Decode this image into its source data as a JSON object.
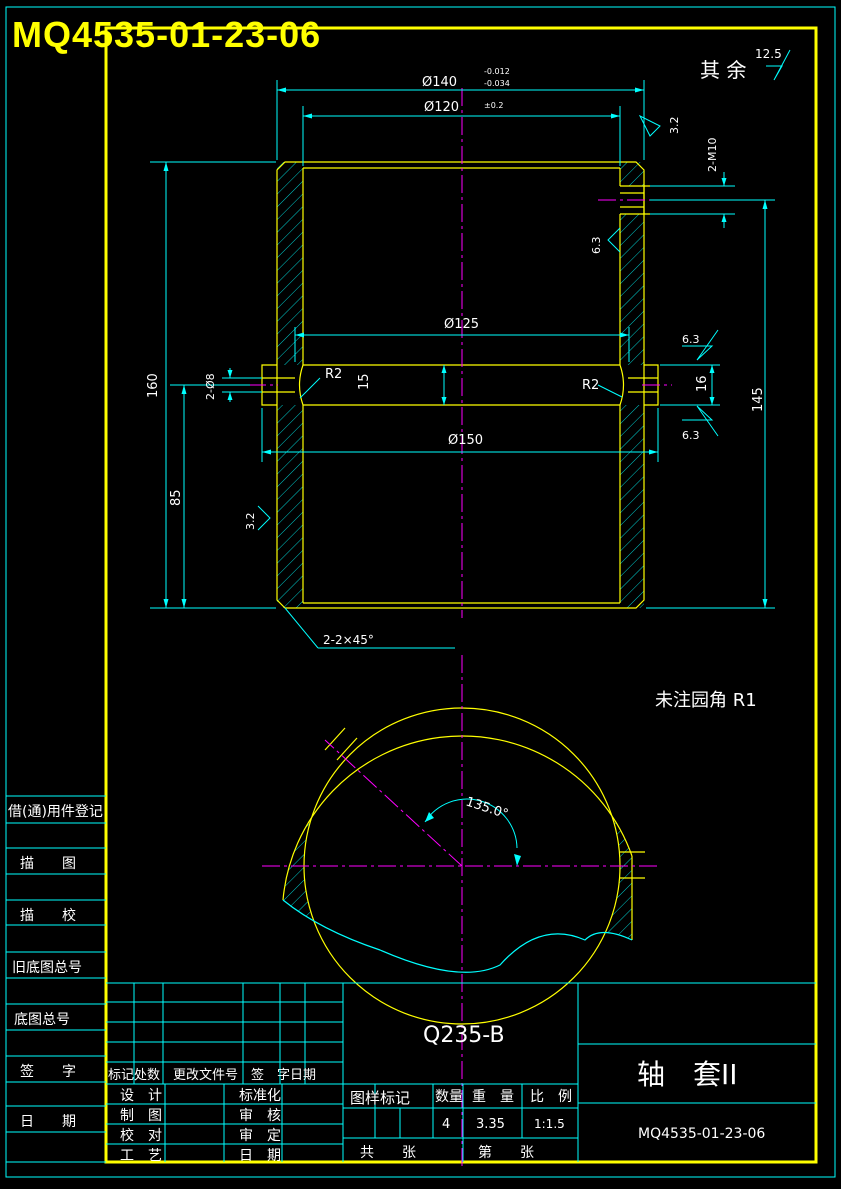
{
  "drawing_number_header": "MQ4535-01-23-06",
  "surface_finish": {
    "other_label": "其 余",
    "other_value": "12.5",
    "bore_value": "3.2",
    "hole_value": "6.3",
    "top_groove_value": "6.3",
    "bottom_groove_value": "6.3",
    "left_value": "3.2"
  },
  "dimensions": {
    "dia140": "Ø140",
    "dia140_tol_upper": "-0.012",
    "dia140_tol_lower": "-0.034",
    "dia120": "Ø120",
    "dia120_tol": "±0.2",
    "dia125": "Ø125",
    "dia150": "Ø150",
    "height160": "160",
    "height145": "145",
    "height85": "85",
    "groove15": "15",
    "groove16": "16",
    "holes_2_d8": "2-Ø8",
    "thread_2_m10": "2-M10",
    "r2_left": "R2",
    "r2_right": "R2",
    "chamfer": "2-2×45°",
    "angle": "135.0°"
  },
  "notes": {
    "fillet": "未注园角 R1"
  },
  "side_table": [
    "借(通)用件登记",
    "描　　图",
    "描　　校",
    "旧底图总号",
    "底图总号",
    "签　　字",
    "日　　期"
  ],
  "title_block": {
    "material": "Q235-B",
    "part_name": "轴　套II",
    "drawing_number": "MQ4535-01-23-06",
    "revision_header": "标记处数　更改文件号　签　字日期",
    "roles_left": [
      "设　计",
      "制　图",
      "校　对",
      "工　艺"
    ],
    "roles_right": [
      "标准化",
      "审　核",
      "审　定",
      "日　期"
    ],
    "stage_label": "图样标记",
    "quantity_label": "数量",
    "weight_label": "重　量",
    "scale_label": "比　例",
    "quantity": "4",
    "weight": "3.35",
    "scale": "1:1.5",
    "total_sheets_label": "共　　张",
    "sheet_label": "第　　张"
  }
}
